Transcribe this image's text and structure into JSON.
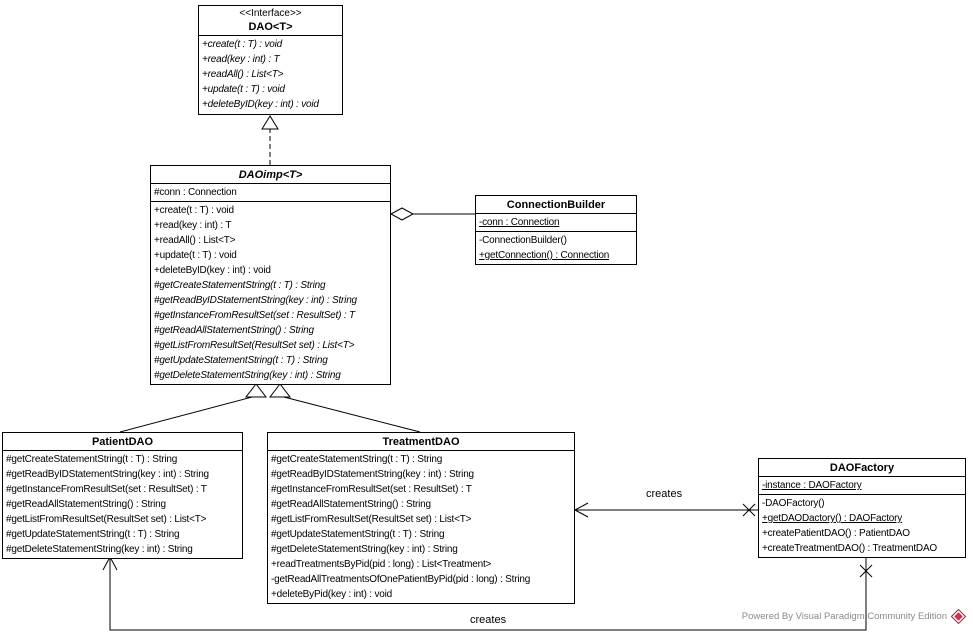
{
  "classes": {
    "dao": {
      "stereotype": "<<Interface>>",
      "name": "DAO<T>",
      "methods": [
        "+create(t : T) : void",
        "+read(key : int) : T",
        "+readAll() : List<T>",
        "+update(t : T) : void",
        "+deleteByID(key : int) : void"
      ]
    },
    "daoimp": {
      "name": "DAOimp<T>",
      "attributes": [
        "#conn : Connection"
      ],
      "methods": [
        "+create(t : T) : void",
        "+read(key : int) : T",
        "+readAll() : List<T>",
        "+update(t : T) : void",
        "+deleteByID(key : int) : void",
        "#getCreateStatementString(t : T) : String",
        "#getReadByIDStatementString(key : int) : String",
        "#getInstanceFromResultSet(set : ResultSet) : T",
        "#getReadAllStatementString() : String",
        "#getListFromResultSet(ResultSet set) : List<T>",
        "#getUpdateStatementString(t : T) : String",
        "#getDeleteStatementString(key : int) : String"
      ]
    },
    "connection_builder": {
      "name": "ConnectionBuilder",
      "attributes": [
        "-conn : Connection"
      ],
      "methods": [
        "-ConnectionBuilder()",
        "+getConnection() : Connection"
      ]
    },
    "patient_dao": {
      "name": "PatientDAO",
      "methods": [
        "#getCreateStatementString(t : T) : String",
        "#getReadByIDStatementString(key : int) : String",
        "#getInstanceFromResultSet(set : ResultSet) : T",
        "#getReadAllStatementString() : String",
        "#getListFromResultSet(ResultSet set) : List<T>",
        "#getUpdateStatementString(t : T) : String",
        "#getDeleteStatementString(key : int) : String"
      ]
    },
    "treatment_dao": {
      "name": "TreatmentDAO",
      "methods": [
        "#getCreateStatementString(t : T) : String",
        "#getReadByIDStatementString(key : int) : String",
        "#getInstanceFromResultSet(set : ResultSet) : T",
        "#getReadAllStatementString() : String",
        "#getListFromResultSet(ResultSet set) : List<T>",
        "#getUpdateStatementString(t : T) : String",
        "#getDeleteStatementString(key : int) : String",
        "+readTreatmentsByPid(pid : long) : List<Treatment>",
        "-getReadAllTreatmentsOfOnePatientByPid(pid : long) : String",
        "+deleteByPid(key : int) : void"
      ]
    },
    "dao_factory": {
      "name": "DAOFactory",
      "attributes": [
        "-instance : DAOFactory"
      ],
      "methods": [
        "-DAOFactory()",
        "+getDAODactory() : DAOFactory",
        "+createPatientDAO() : PatientDAO",
        "+createTreatmentDAO() : TreatmentDAO"
      ]
    }
  },
  "edge_labels": {
    "factory_treatment": "creates",
    "factory_patient": "creates"
  },
  "watermark": "Powered By Visual Paradigm Community Edition"
}
